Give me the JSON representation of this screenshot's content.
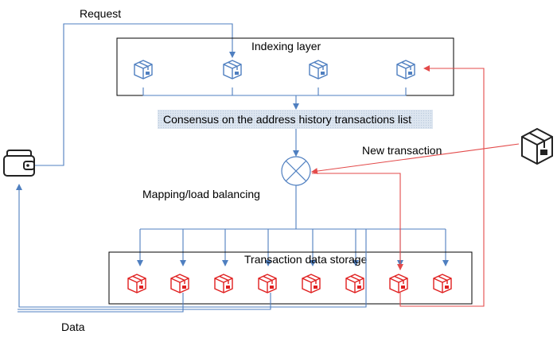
{
  "labels": {
    "request": "Request",
    "indexing_layer": "Indexing layer",
    "consensus": "Consensus on the address history transactions list",
    "new_transaction": "New transaction",
    "mapping": "Mapping/load balancing",
    "storage": "Transaction data storage",
    "data": "Data"
  },
  "icons": {
    "indexing_node": "package-icon",
    "storage_node": "package-icon",
    "wallet": "wallet-icon",
    "incoming_tx": "package-icon",
    "mapper": "cross-circle-icon"
  },
  "colors": {
    "index_nodes": "#4f7fc0",
    "storage_nodes": "#e02020",
    "request_flow": "#4f7fc0",
    "new_tx_flow": "#e34a4a",
    "consensus_bg": "#d7e2ef"
  }
}
